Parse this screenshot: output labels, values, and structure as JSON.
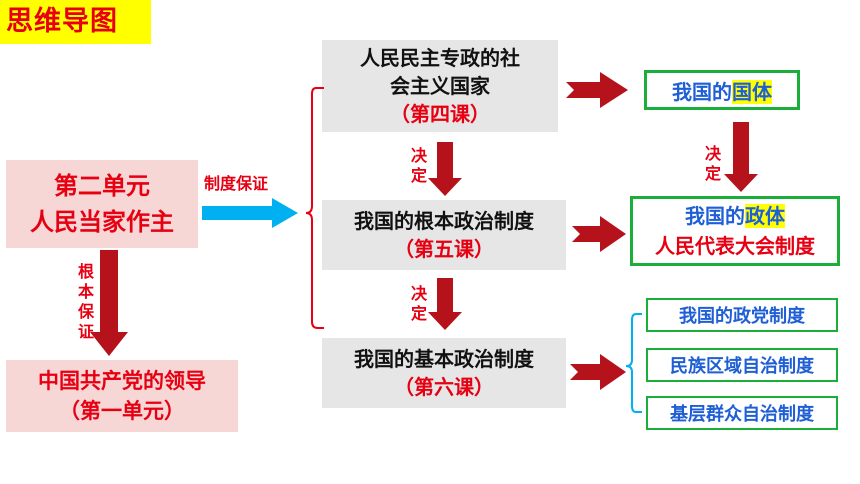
{
  "title": "思维导图",
  "unit": {
    "line1": "第二单元",
    "line2": "人民当家作主"
  },
  "labels": {
    "institutional_guarantee": "制度保证",
    "fundamental_guarantee": [
      "根",
      "本",
      "保",
      "证"
    ],
    "decides": [
      "决",
      "定"
    ]
  },
  "leadership": {
    "line1": "中国共产党的领导",
    "line2": "（第一单元）"
  },
  "lesson4": {
    "line1": "人民民主专政的社",
    "line2": "会主义国家",
    "lesson": "（第四课）"
  },
  "lesson5": {
    "line1": "我国的根本政治制度",
    "lesson": "（第五课）"
  },
  "lesson6": {
    "line1": "我国的基本政治制度",
    "lesson": "（第六课）"
  },
  "guoti": {
    "prefix": "我国的",
    "highlight": "国体"
  },
  "zhengti": {
    "prefix": "我国的",
    "highlight": "政体",
    "line2": "人民代表大会制度"
  },
  "basic_systems": [
    "我国的政党制度",
    "民族区域自治制度",
    "基层群众自治制度"
  ],
  "colors": {
    "red": "#e60012",
    "dark_red": "#b5121b",
    "green": "#1aae3a",
    "blue": "#1f5fd6",
    "cyan": "#00b0f0",
    "yellow": "#ffff00",
    "pink": "#f7d6d6",
    "grey": "#e6e6e6"
  }
}
